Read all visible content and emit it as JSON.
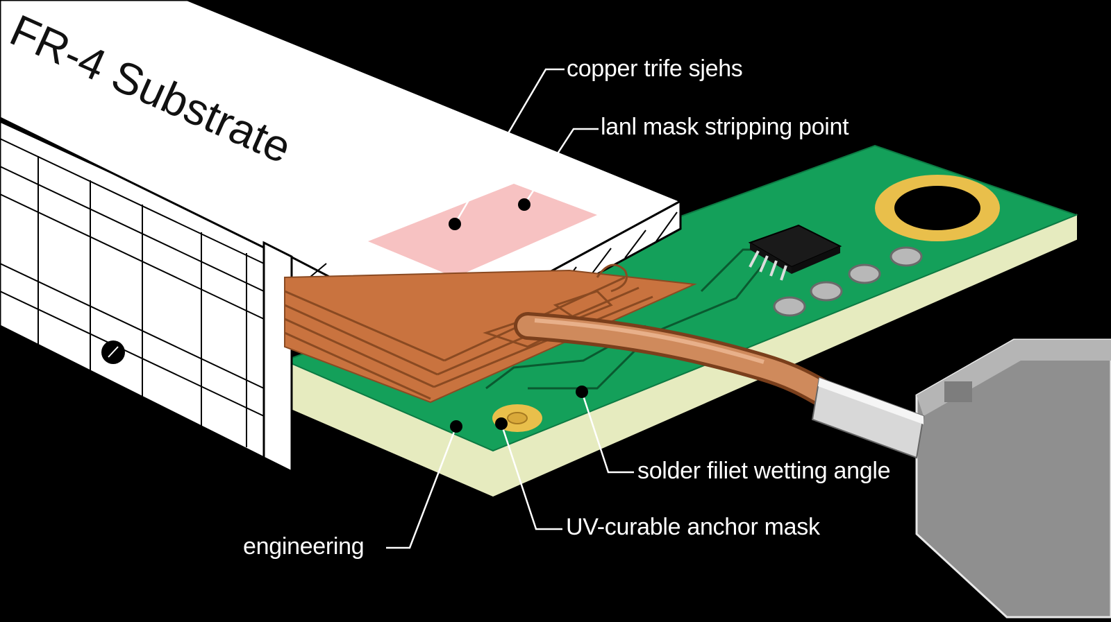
{
  "diagram": {
    "title": "FR-4 Substrate",
    "labels": {
      "copper_trace": "copper trife sjehs",
      "mask_strip": "lanl mask stripping point",
      "solder_fillet": "solder filiet wetting angle",
      "uv_mask": "UV-curable anchor mask",
      "engineering": "engineering"
    },
    "colors": {
      "background": "#000000",
      "substrate": "#ffffff",
      "pcb_green": "#14a05a",
      "pcb_core": "#e6ebbf",
      "copper": "#c9733f",
      "gold_ring": "#e9bf4b",
      "highlight_pink": "#f7c2c2",
      "connector_gray": "#9a9a9a"
    }
  }
}
